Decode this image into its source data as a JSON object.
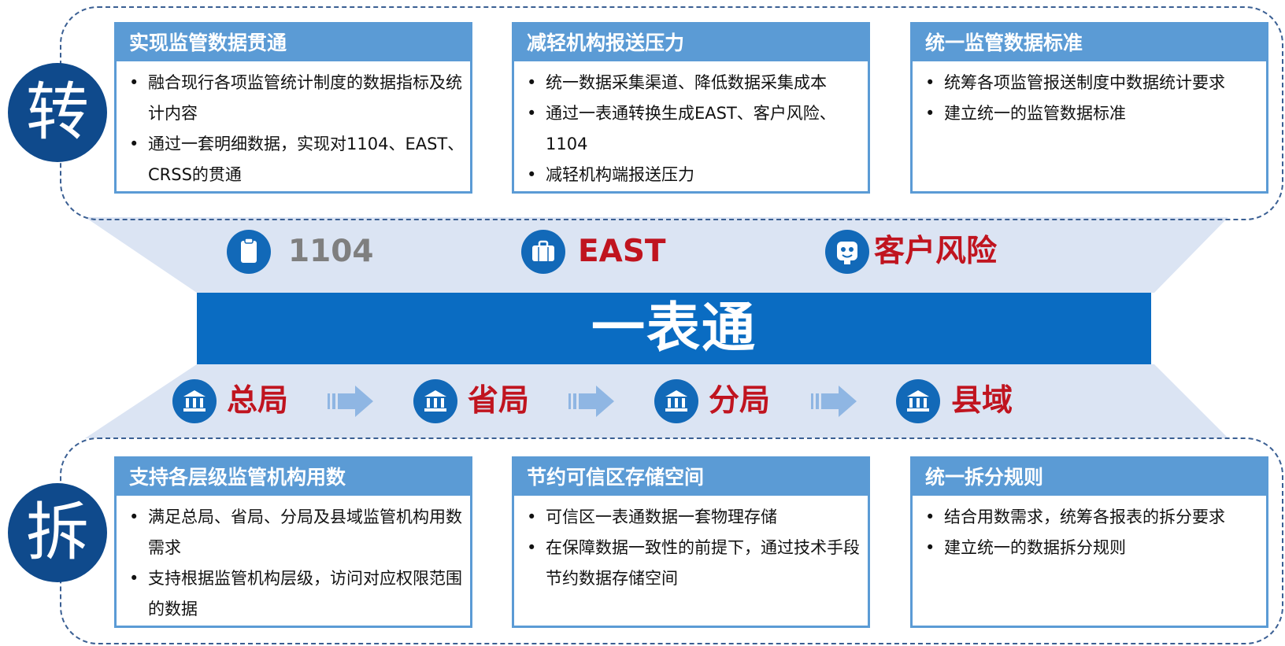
{
  "top": {
    "char": "转",
    "cards": [
      {
        "title": "实现监管数据贯通",
        "items": [
          "融合现行各项监管统计制度的数据指标及统计内容",
          "通过一套明细数据，实现对1104、EAST、CRSS的贯通"
        ]
      },
      {
        "title": "减轻机构报送压力",
        "items": [
          "统一数据采集渠道、降低数据采集成本",
          "通过一表通转换生成EAST、客户风险、1104",
          "减轻机构端报送压力"
        ]
      },
      {
        "title": "统一监管数据标准",
        "items": [
          "统筹各项监管报送制度中数据统计要求",
          "建立统一的监管数据标准"
        ]
      }
    ]
  },
  "middle": {
    "reports": [
      {
        "label": "1104",
        "icon": "clipboard-icon",
        "color": "#7f7f7f"
      },
      {
        "label": "EAST",
        "icon": "briefcase-icon",
        "color": "#c0141f"
      },
      {
        "label": "客户风险",
        "icon": "risk-face-icon",
        "color": "#c0141f"
      }
    ],
    "center_title": "一表通",
    "levels": [
      {
        "label": "总局",
        "icon": "bank-icon"
      },
      {
        "label": "省局",
        "icon": "bank-icon"
      },
      {
        "label": "分局",
        "icon": "bank-icon"
      },
      {
        "label": "县域",
        "icon": "bank-icon"
      }
    ]
  },
  "bottom": {
    "char": "拆",
    "cards": [
      {
        "title": "支持各层级监管机构用数",
        "items": [
          "满足总局、省局、分局及县域监管机构用数需求",
          "支持根据监管机构层级，访问对应权限范围的数据"
        ]
      },
      {
        "title": "节约可信区存储空间",
        "items": [
          "可信区一表通数据一套物理存储",
          "在保障数据一致性的前提下，通过技术手段节约数据存储空间"
        ]
      },
      {
        "title": "统一拆分规则",
        "items": [
          "结合用数需求，统筹各报表的拆分要求",
          "建立统一的数据拆分规则"
        ]
      }
    ]
  },
  "colors": {
    "dark_blue": "#0f4a8c",
    "card_blue": "#5b9bd5",
    "bar_blue": "#0a6cc2",
    "accent_red": "#c0141f",
    "gray": "#7f7f7f"
  }
}
